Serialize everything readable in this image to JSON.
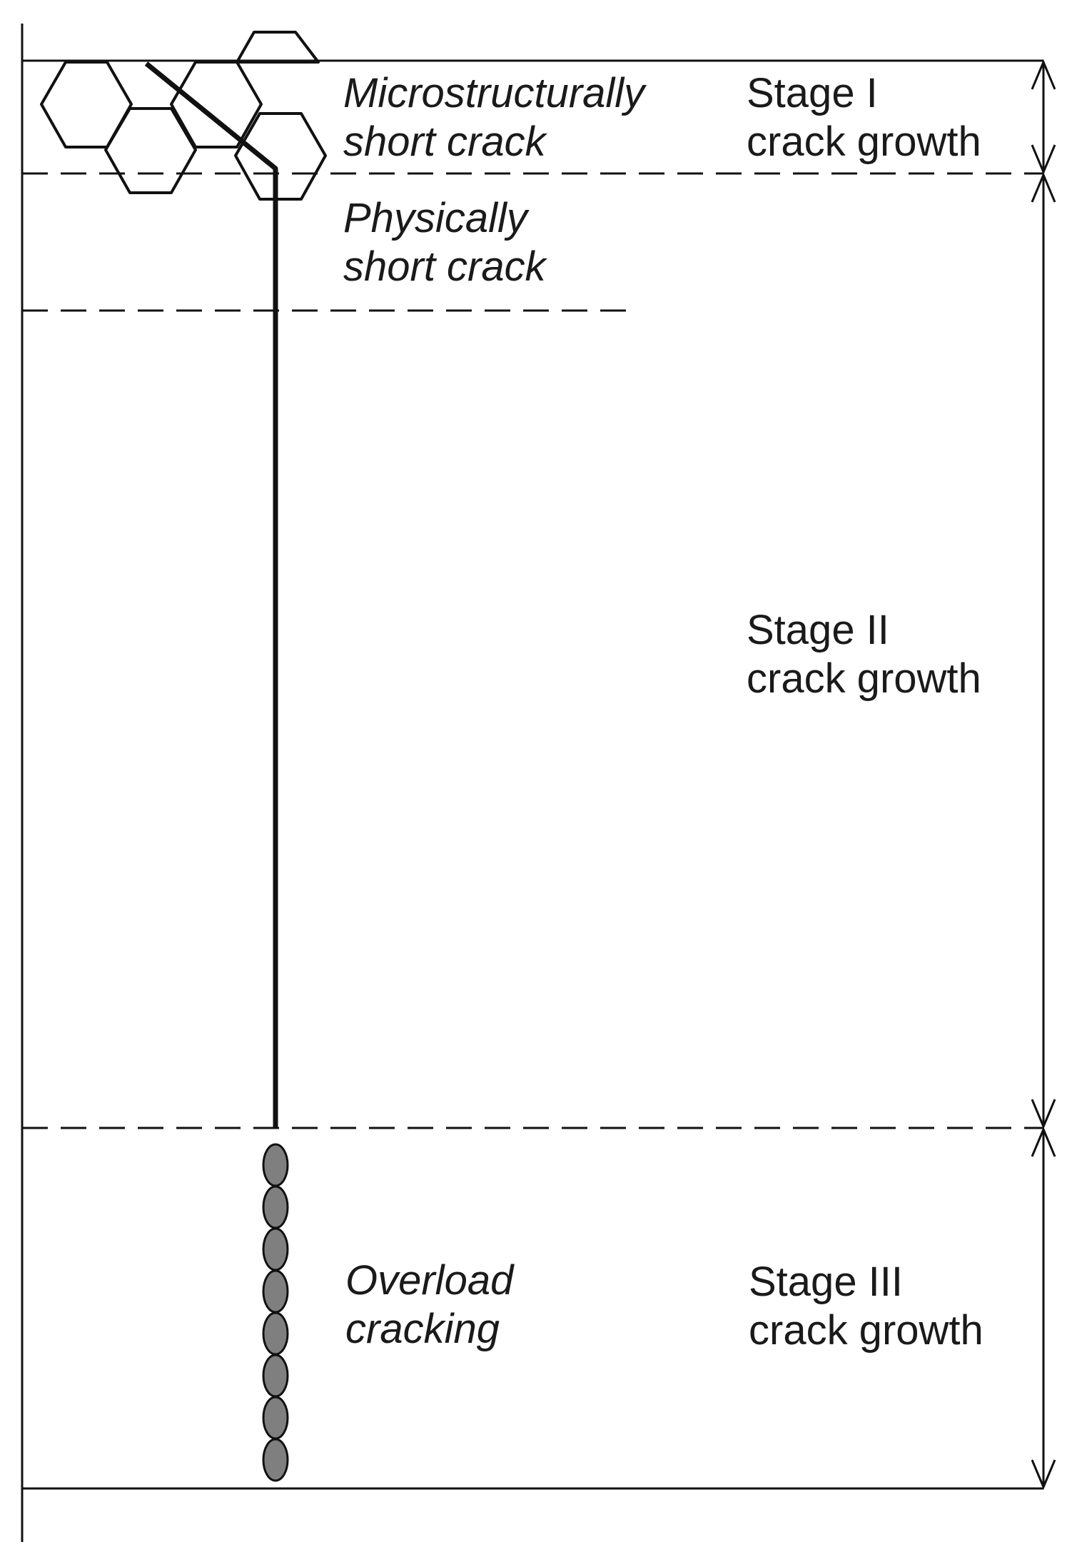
{
  "diagram": {
    "zones": {
      "micro": {
        "line1": "Microstructurally",
        "line2": "short crack"
      },
      "physical": {
        "line1": "Physically",
        "line2": "short crack"
      },
      "overload": {
        "line1": "Overload",
        "line2": "cracking"
      }
    },
    "stages": {
      "stage1": {
        "line1": "Stage I",
        "line2": "crack growth"
      },
      "stage2": {
        "line1": "Stage II",
        "line2": "crack growth"
      },
      "stage3": {
        "line1": "Stage III",
        "line2": "crack growth"
      }
    },
    "colors": {
      "line": "#111111",
      "dimples_fill": "#7f7f7f",
      "text": "#1a1a1a"
    }
  }
}
